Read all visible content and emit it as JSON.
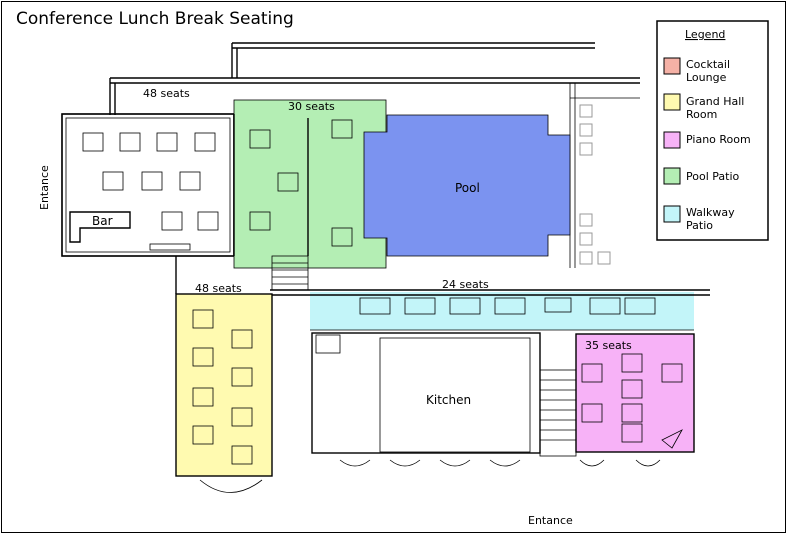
{
  "title": "Conference Lunch Break Seating",
  "legend": {
    "heading": "Legend",
    "items": [
      {
        "label_line1": "Cocktail",
        "label_line2": "Lounge",
        "color": "#f5b1a6"
      },
      {
        "label_line1": "Grand Hall",
        "label_line2": "Room",
        "color": "#fffab0"
      },
      {
        "label_line1": "Piano Room",
        "label_line2": "",
        "color": "#f7b2f7"
      },
      {
        "label_line1": "Pool Patio",
        "label_line2": "",
        "color": "#b4eeb4"
      },
      {
        "label_line1": "Walkway",
        "label_line2": "Patio",
        "color": "#c3f5f9"
      }
    ]
  },
  "rooms": {
    "cocktail_seats": "48 seats",
    "pool_patio_seats": "30 seats",
    "grand_hall_seats": "48 seats",
    "walkway_seats": "24 seats",
    "piano_seats": "35 seats",
    "bar": "Bar",
    "pool": "Pool",
    "kitchen": "Kitchen",
    "entrance_left": "Entance",
    "entrance_bottom": "Entance"
  },
  "colors": {
    "cocktail": "#f5b1a6",
    "grand_hall": "#fffab0",
    "piano": "#f7b2f7",
    "pool_patio": "#b4eeb4",
    "walkway": "#c3f5f9",
    "pool_water": "#7b93f0"
  }
}
